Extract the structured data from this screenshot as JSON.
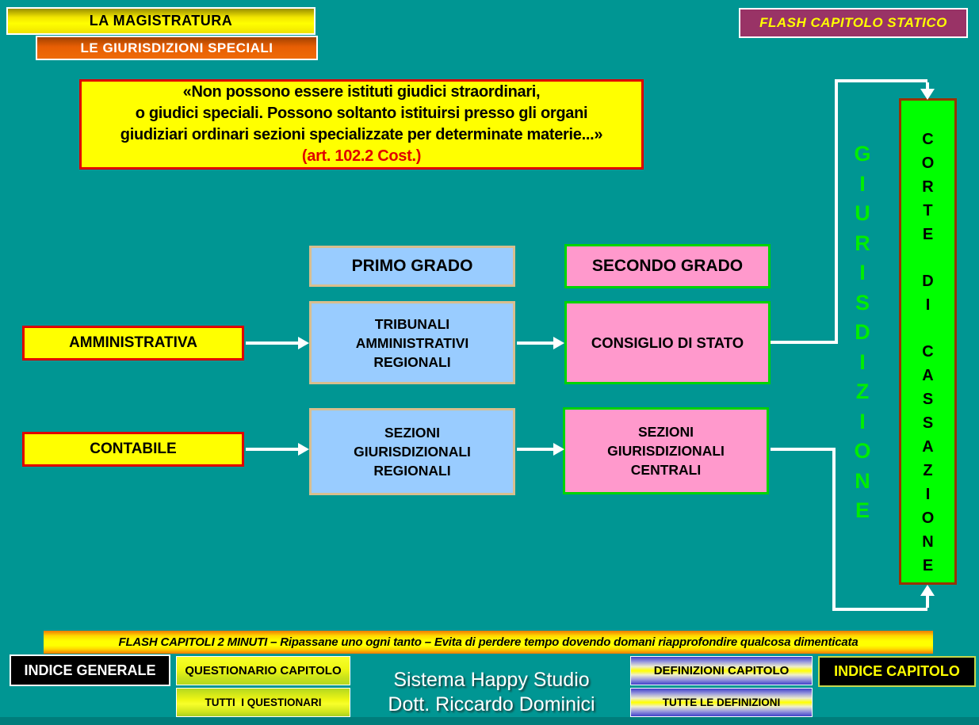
{
  "colors": {
    "background": "#009693",
    "yellow": "#ffff00",
    "orange": "#e8650f",
    "plum": "#993366",
    "light_blue": "#99ccff",
    "tan_border": "#d8be8e",
    "pink": "#ff99cc",
    "green_border": "#00d400",
    "bright_green": "#00ff00",
    "red_border": "#e00000",
    "brown_border": "#993300",
    "white": "#ffffff"
  },
  "banners": {
    "title": "LA MAGISTRATURA",
    "subtitle": "LE GIURISDIZIONI SPECIALI",
    "flash_static": "FLASH CAPITOLO STATICO"
  },
  "quote": {
    "text": "«Non possono essere istituti giudici straordinari,\no giudici speciali. Possono soltanto istituirsi presso gli organi\ngiudiziari ordinari sezioni specializzate per determinate materie...»",
    "citation": "(art. 102.2 Cost.)"
  },
  "diagram": {
    "col_headers": [
      "PRIMO GRADO",
      "SECONDO GRADO"
    ],
    "rows": [
      {
        "label": "AMMINISTRATIVA",
        "primo": "TRIBUNALI\nAMMINISTRATIVI\nREGIONALI",
        "secondo": "CONSIGLIO DI STATO"
      },
      {
        "label": "CONTABILE",
        "primo": "SEZIONI\nGIURISDIZIONALI\nREGIONALI",
        "secondo": "SEZIONI\nGIURISDIZIONALI\nCENTRALI"
      }
    ],
    "vertical_label": "GIURISDIZIONE",
    "cassazione_label": "CORTE DI CASSAZIONE"
  },
  "flash_strip": "FLASH CAPITOLI 2 MINUTI – Ripassane uno ogni tanto – Evita di perdere tempo dovendo domani riapprofondire qualcosa dimenticata",
  "footer": {
    "indice_generale": "INDICE GENERALE",
    "questionario_capitolo": "QUESTIONARIO CAPITOLO",
    "tutti_questionari": "TUTTI  I QUESTIONARI",
    "brand_line1": "Sistema Happy Studio",
    "brand_line2": "Dott. Riccardo Dominici",
    "definizioni_capitolo": "DEFINIZIONI CAPITOLO",
    "tutte_definizioni": "TUTTE LE DEFINIZIONI",
    "indice_capitolo": "INDICE CAPITOLO"
  }
}
